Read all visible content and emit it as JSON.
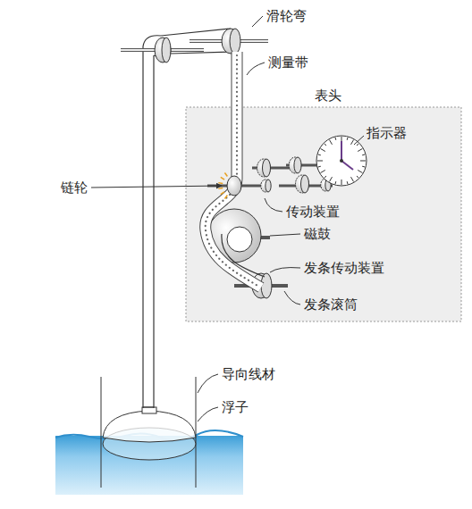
{
  "diagram": {
    "nodes": [
      {
        "text": [
          "表头"
        ]
      }
    ],
    "labels": [
      "滑轮弯",
      "测量带",
      "指示器",
      "链轮",
      "传动装置",
      "磁鼓",
      "发条传动装置",
      "发条滚筒",
      "导向线材",
      "浮子"
    ]
  }
}
